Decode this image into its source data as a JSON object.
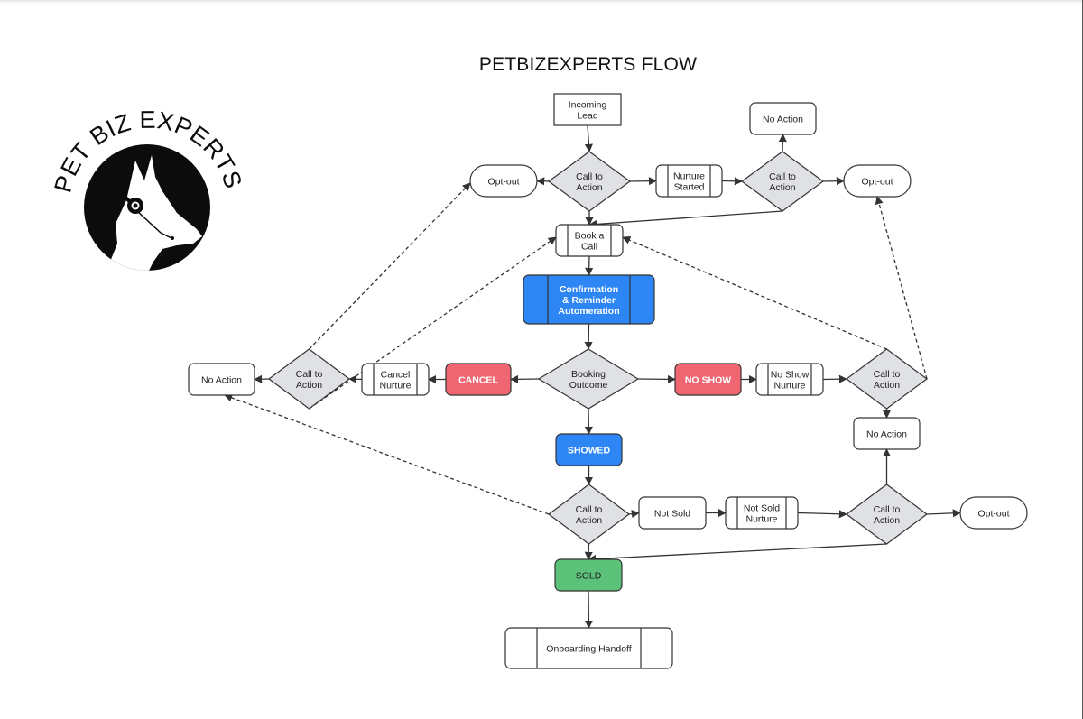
{
  "title": "PETBIZEXPERTS FLOW",
  "logo": {
    "text": "PET BIZ EXPERTS",
    "icon": "dog-headset-icon"
  },
  "colors": {
    "stroke": "#333333",
    "decision_fill": "#dfe1e4",
    "blue": "#2e86f5",
    "red": "#ef6672",
    "green": "#5cc27a",
    "white": "#ffffff"
  },
  "nodes": [
    {
      "id": "incoming-lead",
      "label": [
        "Incoming",
        "Lead"
      ],
      "type": "rect"
    },
    {
      "id": "cta-1",
      "label": [
        "Call to",
        "Action"
      ],
      "type": "decision"
    },
    {
      "id": "optout-1",
      "label": [
        "Opt-out"
      ],
      "type": "terminal"
    },
    {
      "id": "nurture-started",
      "label": [
        "Nurture",
        "Started"
      ],
      "type": "process"
    },
    {
      "id": "cta-2",
      "label": [
        "Call to",
        "Action"
      ],
      "type": "decision"
    },
    {
      "id": "no-action-1",
      "label": [
        "No Action"
      ],
      "type": "rounded"
    },
    {
      "id": "optout-2",
      "label": [
        "Opt-out"
      ],
      "type": "terminal"
    },
    {
      "id": "book-call",
      "label": [
        "Book a",
        "Call"
      ],
      "type": "process"
    },
    {
      "id": "confirmation",
      "label": [
        "Confirmation",
        "& Reminder",
        "Automeration"
      ],
      "type": "process-blue"
    },
    {
      "id": "booking-outcome",
      "label": [
        "Booking",
        "Outcome"
      ],
      "type": "decision"
    },
    {
      "id": "cancel",
      "label": [
        "CANCEL"
      ],
      "type": "status-red"
    },
    {
      "id": "cancel-nurture",
      "label": [
        "Cancel",
        "Nurture"
      ],
      "type": "process"
    },
    {
      "id": "cta-3",
      "label": [
        "Call to",
        "Action"
      ],
      "type": "decision"
    },
    {
      "id": "no-action-2",
      "label": [
        "No Action"
      ],
      "type": "rounded"
    },
    {
      "id": "no-show",
      "label": [
        "NO SHOW"
      ],
      "type": "status-red"
    },
    {
      "id": "no-show-nurture",
      "label": [
        "No Show",
        "Nurture"
      ],
      "type": "process"
    },
    {
      "id": "cta-4",
      "label": [
        "Call to",
        "Action"
      ],
      "type": "decision"
    },
    {
      "id": "no-action-3",
      "label": [
        "No Action"
      ],
      "type": "rounded"
    },
    {
      "id": "showed",
      "label": [
        "SHOWED"
      ],
      "type": "status-blue"
    },
    {
      "id": "cta-5",
      "label": [
        "Call to",
        "Action"
      ],
      "type": "decision"
    },
    {
      "id": "not-sold",
      "label": [
        "Not Sold"
      ],
      "type": "rounded"
    },
    {
      "id": "not-sold-nurture",
      "label": [
        "Not Sold",
        "Nurture"
      ],
      "type": "process"
    },
    {
      "id": "cta-6",
      "label": [
        "Call to",
        "Action"
      ],
      "type": "decision"
    },
    {
      "id": "optout-3",
      "label": [
        "Opt-out"
      ],
      "type": "terminal"
    },
    {
      "id": "sold",
      "label": [
        "SOLD"
      ],
      "type": "status-green"
    },
    {
      "id": "onboarding",
      "label": [
        "Onboarding Handoff"
      ],
      "type": "process"
    }
  ],
  "edges": [
    {
      "from": "incoming-lead",
      "to": "cta-1",
      "style": "solid"
    },
    {
      "from": "cta-1",
      "to": "optout-1",
      "style": "solid"
    },
    {
      "from": "cta-1",
      "to": "nurture-started",
      "style": "solid"
    },
    {
      "from": "cta-1",
      "to": "book-call",
      "style": "solid"
    },
    {
      "from": "nurture-started",
      "to": "cta-2",
      "style": "solid"
    },
    {
      "from": "cta-2",
      "to": "no-action-1",
      "style": "solid"
    },
    {
      "from": "cta-2",
      "to": "optout-2",
      "style": "solid"
    },
    {
      "from": "cta-2",
      "to": "book-call",
      "style": "solid"
    },
    {
      "from": "book-call",
      "to": "confirmation",
      "style": "solid"
    },
    {
      "from": "confirmation",
      "to": "booking-outcome",
      "style": "solid"
    },
    {
      "from": "booking-outcome",
      "to": "cancel",
      "style": "solid"
    },
    {
      "from": "booking-outcome",
      "to": "no-show",
      "style": "solid"
    },
    {
      "from": "booking-outcome",
      "to": "showed",
      "style": "solid"
    },
    {
      "from": "cancel",
      "to": "cancel-nurture",
      "style": "solid"
    },
    {
      "from": "cancel-nurture",
      "to": "cta-3",
      "style": "solid"
    },
    {
      "from": "cta-3",
      "to": "no-action-2",
      "style": "solid"
    },
    {
      "from": "cta-3",
      "to": "optout-1",
      "style": "dashed"
    },
    {
      "from": "cta-3",
      "to": "book-call",
      "style": "dashed"
    },
    {
      "from": "no-show",
      "to": "no-show-nurture",
      "style": "solid"
    },
    {
      "from": "no-show-nurture",
      "to": "cta-4",
      "style": "solid"
    },
    {
      "from": "cta-4",
      "to": "no-action-3",
      "style": "solid"
    },
    {
      "from": "cta-4",
      "to": "book-call",
      "style": "dashed"
    },
    {
      "from": "cta-4",
      "to": "optout-2",
      "style": "dashed"
    },
    {
      "from": "showed",
      "to": "cta-5",
      "style": "solid"
    },
    {
      "from": "cta-5",
      "to": "not-sold",
      "style": "solid"
    },
    {
      "from": "cta-5",
      "to": "sold",
      "style": "solid"
    },
    {
      "from": "cta-5",
      "to": "no-action-2",
      "style": "dashed"
    },
    {
      "from": "not-sold",
      "to": "not-sold-nurture",
      "style": "solid"
    },
    {
      "from": "not-sold-nurture",
      "to": "cta-6",
      "style": "solid"
    },
    {
      "from": "cta-6",
      "to": "no-action-3",
      "style": "solid"
    },
    {
      "from": "cta-6",
      "to": "optout-3",
      "style": "solid"
    },
    {
      "from": "cta-6",
      "to": "sold",
      "style": "solid"
    },
    {
      "from": "sold",
      "to": "onboarding",
      "style": "solid"
    }
  ]
}
